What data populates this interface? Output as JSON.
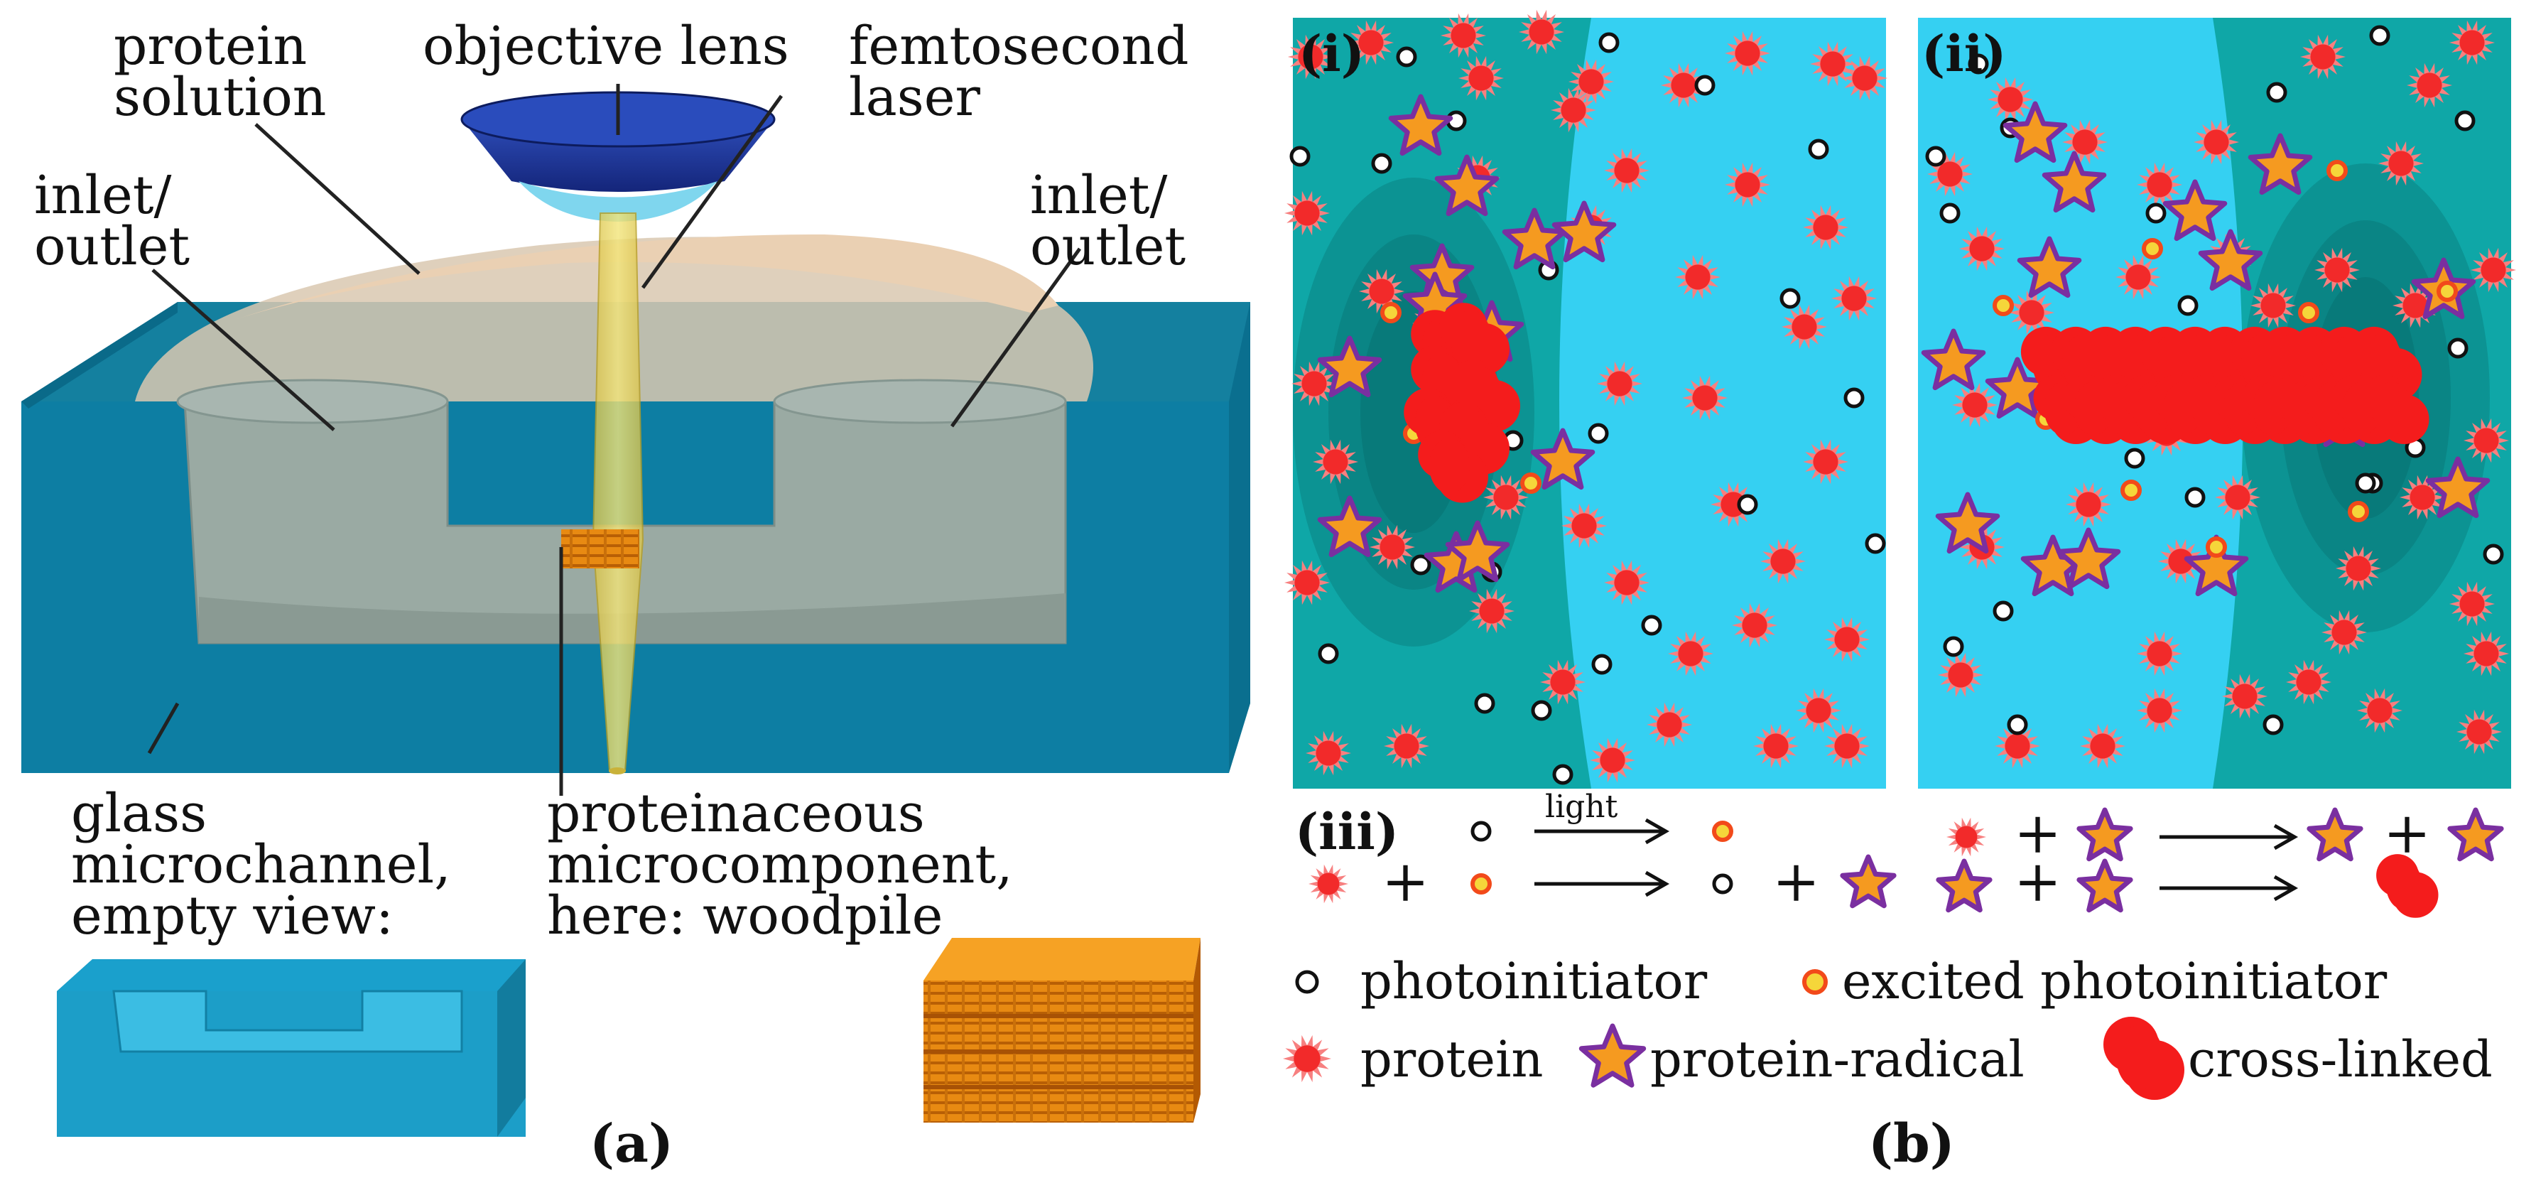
{
  "panel_a": {
    "caption": "(a)",
    "labels": {
      "protein_solution": [
        "protein",
        "solution"
      ],
      "objective_lens": "objective lens",
      "femtosecond_laser": [
        "femtosecond",
        "laser"
      ],
      "inlet_left": [
        "inlet/",
        "outlet"
      ],
      "inlet_right": [
        "inlet/",
        "outlet"
      ],
      "glass": [
        "glass",
        "microchannel,",
        "empty view:"
      ],
      "component": [
        "proteinaceous",
        "microcomponent,",
        "here: woodpile"
      ]
    }
  },
  "panel_b": {
    "caption": "(b)",
    "sub_i": "(i)",
    "sub_ii": "(ii)",
    "sub_iii": "(iii)",
    "light_label": "light",
    "plus": "+",
    "legend": {
      "photoinitiator": "photoinitiator",
      "excited": "excited photoinitiator",
      "protein": "protein",
      "radical": "protein-radical",
      "crosslinked": "cross-linked"
    }
  },
  "colors": {
    "glass": "#0f7fa4",
    "cavity": "#9aa9a3",
    "solution": "#e9c6a4",
    "lens": "#1c3c9c",
    "beam": "#e6d15a",
    "woodpile": "#e88a12",
    "bg_light": "#35d0f2",
    "bg_dark": "#0fa7a7",
    "protein": "#f22a2a",
    "radical_fill": "#f59a20",
    "radical_stroke": "#7a2fa0",
    "crosslinked": "#f41c1c"
  }
}
